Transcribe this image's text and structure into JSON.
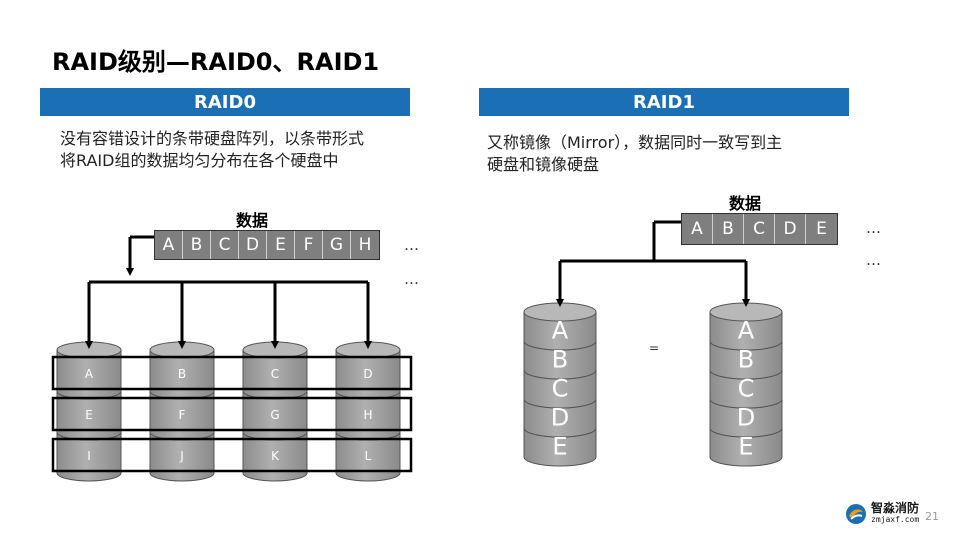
{
  "title": "RAID级别—RAID0、RAID1",
  "raid0": {
    "banner": "RAID0",
    "desc_line1": "没有容错设计的条带硬盘阵列，以条带形式",
    "desc_line2": "将RAID组的数据均匀分布在各个硬盘中",
    "data_label": "数据",
    "data_cells": [
      "A",
      "B",
      "C",
      "D",
      "E",
      "F",
      "G",
      "H"
    ],
    "dots": [
      "…",
      "…"
    ],
    "disks": [
      [
        "A",
        "E",
        "I"
      ],
      [
        "B",
        "F",
        "J"
      ],
      [
        "C",
        "G",
        "K"
      ],
      [
        "D",
        "H",
        "L"
      ]
    ]
  },
  "raid1": {
    "banner": "RAID1",
    "desc_line1": "又称镜像（Mirror），数据同时一致写到主",
    "desc_line2": "硬盘和镜像硬盘",
    "data_label": "数据",
    "data_cells": [
      "A",
      "B",
      "C",
      "D",
      "E"
    ],
    "dots": [
      "…",
      "…"
    ],
    "equals": "=",
    "disks": [
      [
        "A",
        "B",
        "C",
        "D",
        "E"
      ],
      [
        "A",
        "B",
        "C",
        "D",
        "E"
      ]
    ]
  },
  "logo": {
    "cn": "智淼消防",
    "en": "zmjaxf.com"
  },
  "page_number": "21",
  "colors": {
    "banner": "#1a6fb5",
    "cell": "#7f7f7f",
    "disk": "#a6a6a6"
  }
}
